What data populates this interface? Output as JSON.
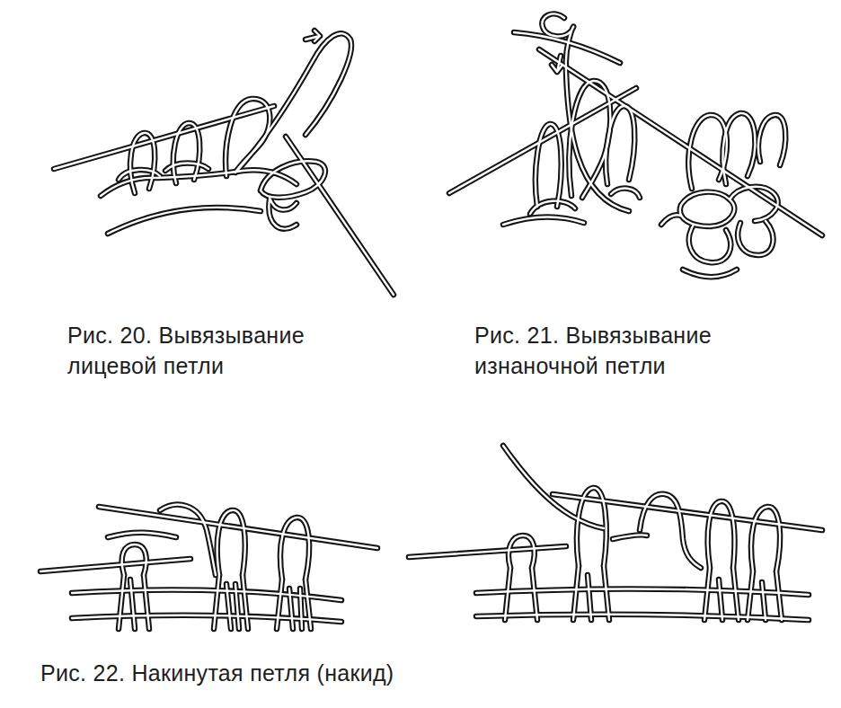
{
  "diagram": {
    "labels": [
      "Рис. 20. Вывязывание лицевой петли",
      "Рис. 21. Вывязывание изнаночной петли",
      "Рис. 22. Накинутая петля (накид)"
    ]
  }
}
